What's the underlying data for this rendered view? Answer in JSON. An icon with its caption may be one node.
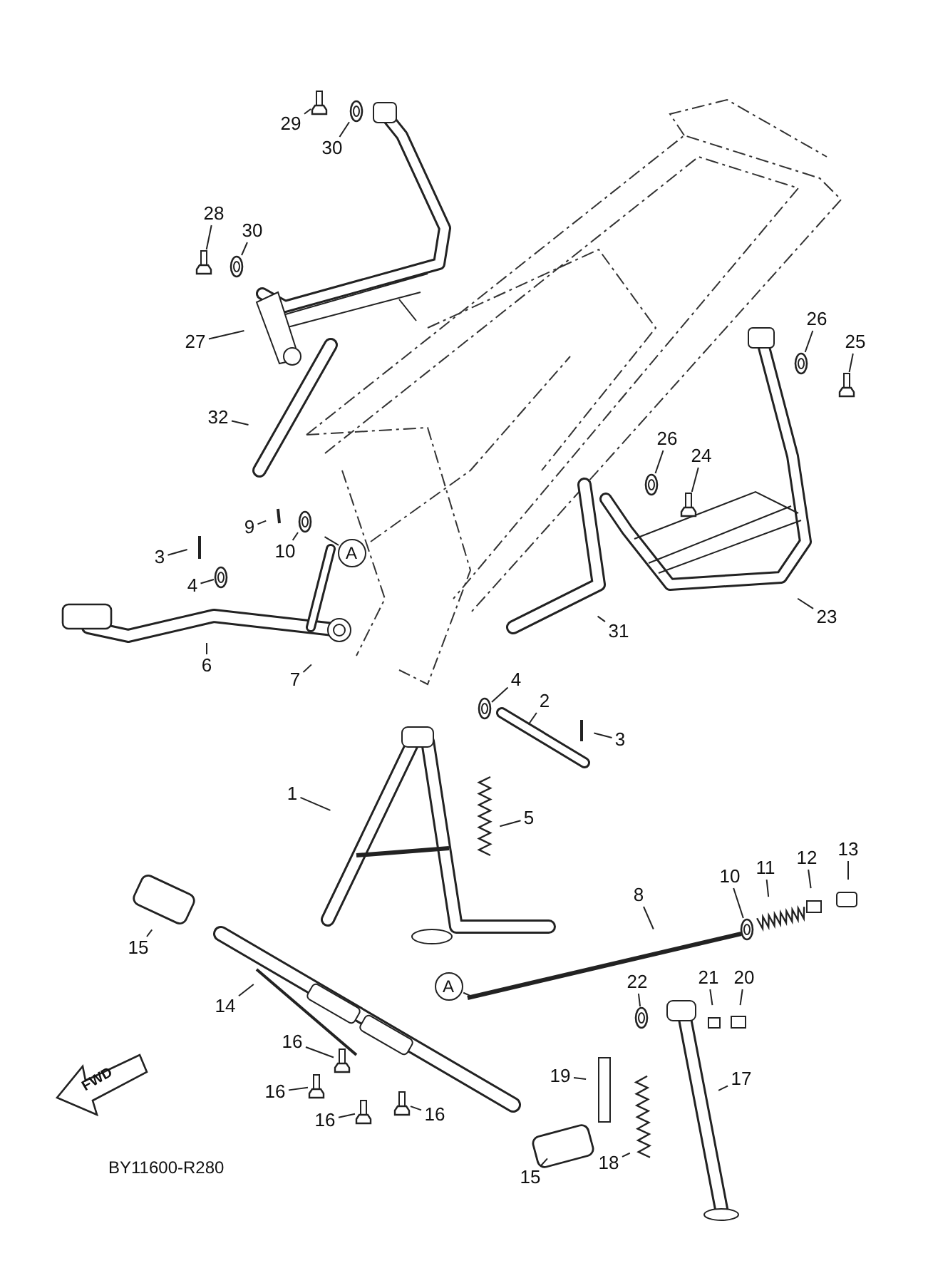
{
  "diagram": {
    "nodes": [
      {
        "text": [
          "29"
        ]
      },
      {
        "text": [
          "30"
        ]
      },
      {
        "text": [
          "28"
        ]
      },
      {
        "text": [
          "30"
        ]
      },
      {
        "text": [
          "26"
        ]
      },
      {
        "text": [
          "25"
        ]
      },
      {
        "text": [
          "27"
        ]
      },
      {
        "text": [
          "32"
        ]
      },
      {
        "text": [
          "26"
        ]
      },
      {
        "text": [
          "24"
        ]
      },
      {
        "text": [
          "9"
        ]
      },
      {
        "text": [
          "3"
        ]
      },
      {
        "text": [
          "10"
        ]
      },
      {
        "text": [
          "A"
        ]
      },
      {
        "text": [
          "4"
        ]
      },
      {
        "text": [
          "23"
        ]
      },
      {
        "text": [
          "31"
        ]
      },
      {
        "text": [
          "6"
        ]
      },
      {
        "text": [
          "7"
        ]
      },
      {
        "text": [
          "4"
        ]
      },
      {
        "text": [
          "2"
        ]
      },
      {
        "text": [
          "3"
        ]
      },
      {
        "text": [
          "1"
        ]
      },
      {
        "text": [
          "5"
        ]
      },
      {
        "text": [
          "13"
        ]
      },
      {
        "text": [
          "12"
        ]
      },
      {
        "text": [
          "10"
        ]
      },
      {
        "text": [
          "11"
        ]
      },
      {
        "text": [
          "8"
        ]
      },
      {
        "text": [
          "15"
        ]
      },
      {
        "text": [
          "A"
        ]
      },
      {
        "text": [
          "22"
        ]
      },
      {
        "text": [
          "21"
        ]
      },
      {
        "text": [
          "20"
        ]
      },
      {
        "text": [
          "14"
        ]
      },
      {
        "text": [
          "16"
        ]
      },
      {
        "text": [
          "16"
        ]
      },
      {
        "text": [
          "19"
        ]
      },
      {
        "text": [
          "17"
        ]
      },
      {
        "text": [
          "16"
        ]
      },
      {
        "text": [
          "16"
        ]
      },
      {
        "text": [
          "18"
        ]
      },
      {
        "text": [
          "15"
        ]
      },
      {
        "text": [],
        "shape": "picture"
      },
      {
        "text": [],
        "shape": "circle"
      },
      {
        "text": [],
        "shape": "picture"
      },
      {
        "text": [],
        "shape": "circle"
      },
      {
        "text": [],
        "shape": "circle"
      },
      {
        "text": [],
        "shape": "picture"
      },
      {
        "text": [],
        "shape": "circle"
      },
      {
        "text": [],
        "shape": "picture"
      },
      {
        "text": [],
        "shape": "circle"
      },
      {
        "text": [],
        "shape": "circle"
      },
      {
        "text": [],
        "shape": "circle"
      },
      {
        "text": [],
        "shape": "circle"
      },
      {
        "text": [],
        "shape": "circle"
      },
      {
        "text": [],
        "shape": "picture"
      },
      {
        "text": [],
        "shape": "picture"
      },
      {
        "text": [],
        "shape": "picture"
      },
      {
        "text": [],
        "shape": "picture"
      }
    ],
    "edges": [
      {
        "from": 0,
        "to": 43,
        "arrow": "none"
      },
      {
        "from": 1,
        "to": 44,
        "arrow": "none"
      },
      {
        "from": 2,
        "to": 45,
        "arrow": "none"
      },
      {
        "from": 3,
        "to": 46,
        "arrow": "none"
      },
      {
        "from": 4,
        "to": 47,
        "arrow": "none"
      },
      {
        "from": 5,
        "to": 48,
        "arrow": "none"
      },
      {
        "from": 6,
        "to": null,
        "arrow": "none"
      },
      {
        "from": 7,
        "to": null,
        "arrow": "none"
      },
      {
        "from": 8,
        "to": 49,
        "arrow": "none"
      },
      {
        "from": 9,
        "to": 50,
        "arrow": "none"
      },
      {
        "from": 10,
        "to": null,
        "arrow": "none"
      },
      {
        "from": 11,
        "to": null,
        "arrow": "none"
      },
      {
        "from": 12,
        "to": 51,
        "arrow": "none"
      },
      {
        "from": 13,
        "to": null,
        "arrow": "none"
      },
      {
        "from": 14,
        "to": 52,
        "arrow": "none"
      },
      {
        "from": 15,
        "to": null,
        "arrow": "none"
      },
      {
        "from": 16,
        "to": null,
        "arrow": "none"
      },
      {
        "from": 17,
        "to": null,
        "arrow": "none"
      },
      {
        "from": 18,
        "to": null,
        "arrow": "none"
      },
      {
        "from": 19,
        "to": 53,
        "arrow": "none"
      },
      {
        "from": 20,
        "to": null,
        "arrow": "none"
      },
      {
        "from": 21,
        "to": null,
        "arrow": "none"
      },
      {
        "from": 22,
        "to": null,
        "arrow": "none"
      },
      {
        "from": 23,
        "to": null,
        "arrow": "none"
      },
      {
        "from": 24,
        "to": null,
        "arrow": "none"
      },
      {
        "from": 25,
        "to": null,
        "arrow": "none"
      },
      {
        "from": 26,
        "to": 54,
        "arrow": "none"
      },
      {
        "from": 27,
        "to": null,
        "arrow": "none"
      },
      {
        "from": 28,
        "to": null,
        "arrow": "none"
      },
      {
        "from": 29,
        "to": null,
        "arrow": "none"
      },
      {
        "from": 30,
        "to": null,
        "arrow": "none"
      },
      {
        "from": 31,
        "to": 55,
        "arrow": "none"
      },
      {
        "from": 32,
        "to": null,
        "arrow": "none"
      },
      {
        "from": 33,
        "to": null,
        "arrow": "none"
      },
      {
        "from": 34,
        "to": null,
        "arrow": "none"
      },
      {
        "from": 35,
        "to": 56,
        "arrow": "none"
      },
      {
        "from": 36,
        "to": 57,
        "arrow": "none"
      },
      {
        "from": 37,
        "to": null,
        "arrow": "none"
      },
      {
        "from": 38,
        "to": null,
        "arrow": "none"
      },
      {
        "from": 39,
        "to": 58,
        "arrow": "none"
      },
      {
        "from": 40,
        "to": 59,
        "arrow": "none"
      },
      {
        "from": 41,
        "to": null,
        "arrow": "none"
      },
      {
        "from": 42,
        "to": null,
        "arrow": "none"
      }
    ],
    "labels": [
      "FWD",
      "BY11600-R280"
    ]
  }
}
